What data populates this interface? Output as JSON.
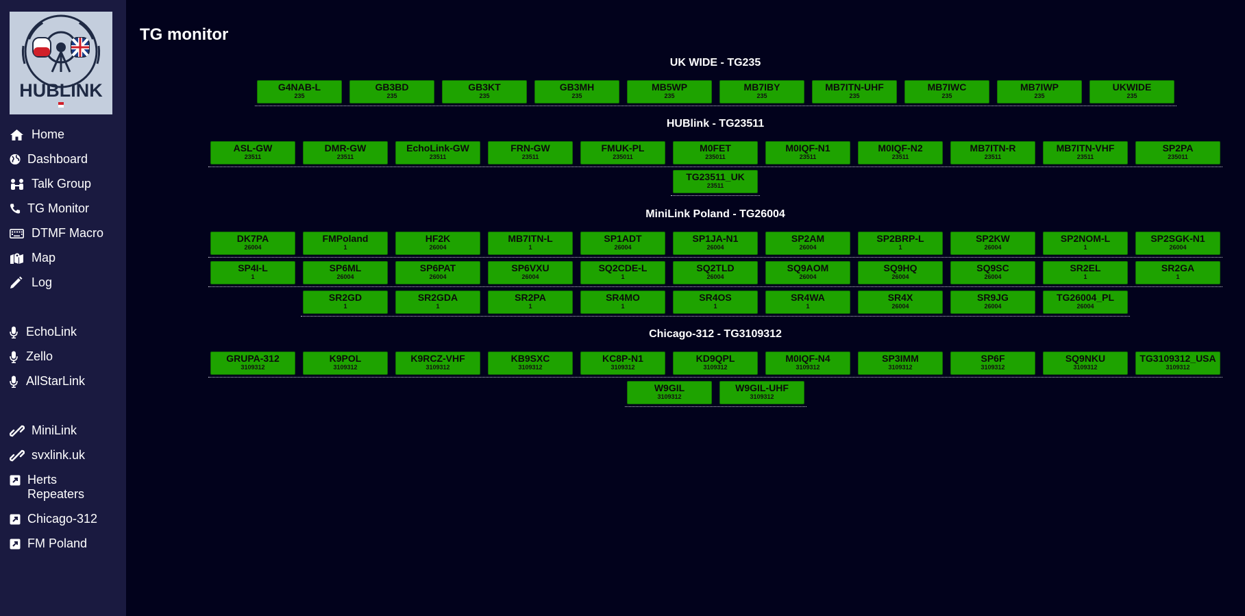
{
  "sidebar": {
    "logo_text": "HUBLINK",
    "items": [
      {
        "label": "Home",
        "icon": "home-icon"
      },
      {
        "label": "Dashboard",
        "icon": "globe-icon"
      },
      {
        "label": "Talk Group",
        "icon": "people-icon"
      },
      {
        "label": "TG Monitor",
        "icon": "phone-icon"
      },
      {
        "label": "DTMF Macro",
        "icon": "keyboard-icon"
      },
      {
        "label": "Map",
        "icon": "map-icon"
      },
      {
        "label": "Log",
        "icon": "pencil-icon"
      },
      {
        "label": "EchoLink",
        "icon": "microphone-icon"
      },
      {
        "label": "Zello",
        "icon": "microphone-icon"
      },
      {
        "label": "AllStarLink",
        "icon": "microphone-icon"
      },
      {
        "label": "MiniLink",
        "icon": "link-icon"
      },
      {
        "label": "svxlink.uk",
        "icon": "link-icon"
      },
      {
        "label": "Herts Repeaters",
        "icon": "external-link-icon"
      },
      {
        "label": "Chicago-312",
        "icon": "external-link-icon"
      },
      {
        "label": "FM Poland",
        "icon": "external-link-icon"
      }
    ]
  },
  "main": {
    "title": "TG monitor",
    "groups": [
      {
        "title": "UK WIDE - TG235",
        "nodes": [
          [
            "G4NAB-L",
            "235"
          ],
          [
            "GB3BD",
            "235"
          ],
          [
            "GB3KT",
            "235"
          ],
          [
            "GB3MH",
            "235"
          ],
          [
            "MB5WP",
            "235"
          ],
          [
            "MB7IBY",
            "235"
          ],
          [
            "MB7ITN-UHF",
            "235"
          ],
          [
            "MB7IWC",
            "235"
          ],
          [
            "MB7IWP",
            "235"
          ],
          [
            "UKWIDE",
            "235"
          ]
        ]
      },
      {
        "title": "HUBlink - TG23511",
        "nodes": [
          [
            "ASL-GW",
            "23511"
          ],
          [
            "DMR-GW",
            "23511"
          ],
          [
            "EchoLink-GW",
            "23511"
          ],
          [
            "FRN-GW",
            "23511"
          ],
          [
            "FMUK-PL",
            "235011"
          ],
          [
            "M0FET",
            "235011"
          ],
          [
            "M0IQF-N1",
            "23511"
          ],
          [
            "M0IQF-N2",
            "23511"
          ],
          [
            "MB7ITN-R",
            "23511"
          ],
          [
            "MB7ITN-VHF",
            "23511"
          ],
          [
            "SP2PA",
            "235011"
          ],
          [
            "TG23511_UK",
            "23511"
          ]
        ]
      },
      {
        "title": "MiniLink Poland - TG26004",
        "nodes": [
          [
            "DK7PA",
            "26004"
          ],
          [
            "FMPoland",
            "1"
          ],
          [
            "HF2K",
            "26004"
          ],
          [
            "MB7ITN-L",
            "1"
          ],
          [
            "SP1ADT",
            "26004"
          ],
          [
            "SP1JA-N1",
            "26004"
          ],
          [
            "SP2AM",
            "26004"
          ],
          [
            "SP2BRP-L",
            "1"
          ],
          [
            "SP2KW",
            "26004"
          ],
          [
            "SP2NOM-L",
            "1"
          ],
          [
            "SP2SGK-N1",
            "26004"
          ],
          [
            "SP4I-L",
            "1"
          ],
          [
            "SP6ML",
            "26004"
          ],
          [
            "SP6PAT",
            "26004"
          ],
          [
            "SP6VXU",
            "26004"
          ],
          [
            "SQ2CDE-L",
            "1"
          ],
          [
            "SQ2TLD",
            "26004"
          ],
          [
            "SQ9AOM",
            "26004"
          ],
          [
            "SQ9HQ",
            "26004"
          ],
          [
            "SQ9SC",
            "26004"
          ],
          [
            "SR2EL",
            "1"
          ],
          [
            "SR2GA",
            "1"
          ],
          [
            "SR2GD",
            "1"
          ],
          [
            "SR2GDA",
            "1"
          ],
          [
            "SR2PA",
            "1"
          ],
          [
            "SR4MO",
            "1"
          ],
          [
            "SR4OS",
            "1"
          ],
          [
            "SR4WA",
            "1"
          ],
          [
            "SR4X",
            "26004"
          ],
          [
            "SR9JG",
            "26004"
          ],
          [
            "TG26004_PL",
            "26004"
          ]
        ]
      },
      {
        "title": "Chicago-312 - TG3109312",
        "nodes": [
          [
            "GRUPA-312",
            "3109312"
          ],
          [
            "K9POL",
            "3109312"
          ],
          [
            "K9RCZ-VHF",
            "3109312"
          ],
          [
            "KB9SXC",
            "3109312"
          ],
          [
            "KC8P-N1",
            "3109312"
          ],
          [
            "KD9QPL",
            "3109312"
          ],
          [
            "M0IQF-N4",
            "3109312"
          ],
          [
            "SP3IMM",
            "3109312"
          ],
          [
            "SP6F",
            "3109312"
          ],
          [
            "SQ9NKU",
            "3109312"
          ],
          [
            "TG3109312_USA",
            "3109312"
          ],
          [
            "W9GIL",
            "3109312"
          ],
          [
            "W9GIL-UHF",
            "3109312"
          ]
        ]
      }
    ]
  },
  "colors": {
    "page_background": "#02021c",
    "sidebar_background": "#1a1a40",
    "node_green": "#1ea300"
  }
}
